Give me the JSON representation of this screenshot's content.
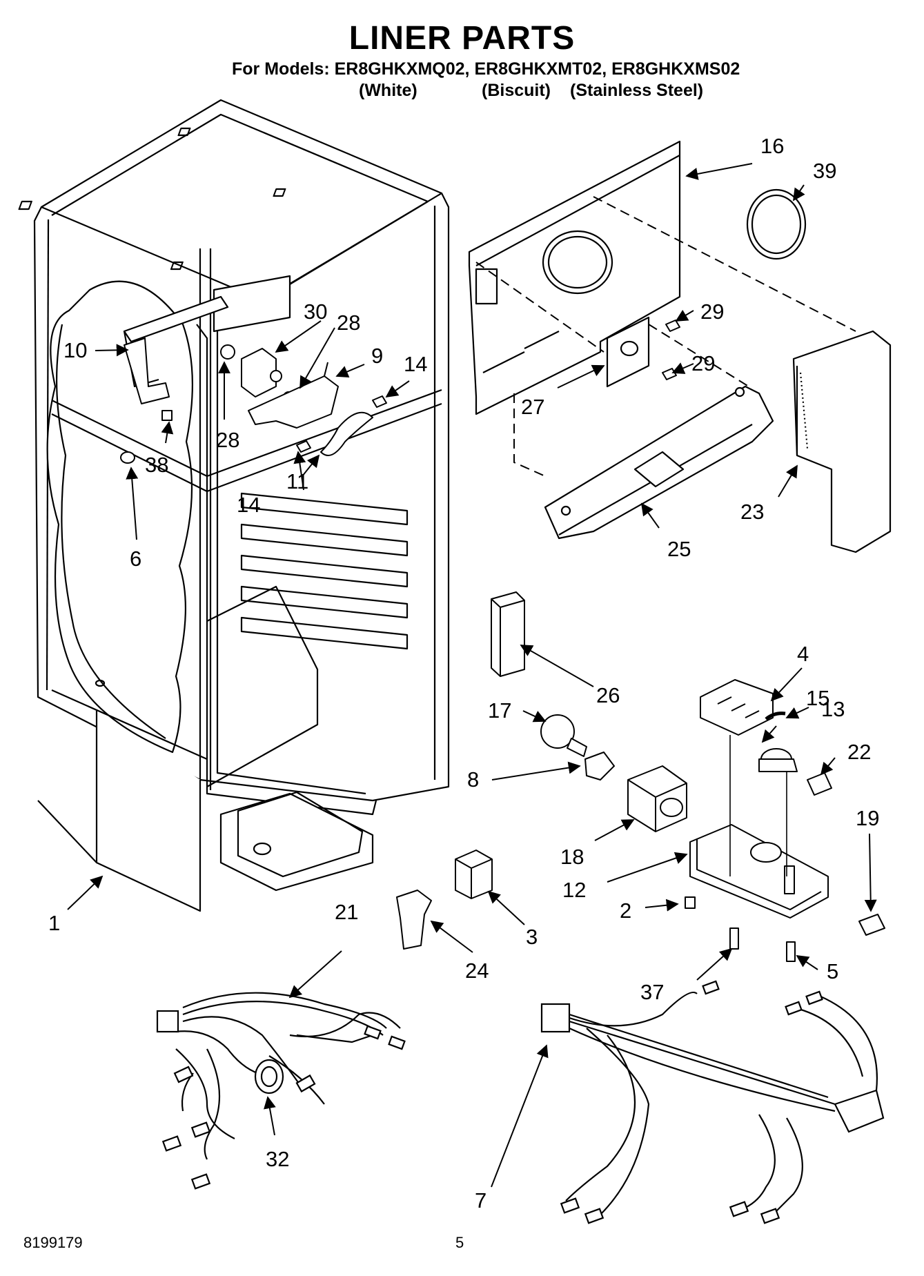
{
  "header": {
    "title": "LINER PARTS",
    "models_line": "For Models: ER8GHKXMQ02, ER8GHKXMT02, ER8GHKXMS02",
    "variants": [
      "(White)",
      "(Biscuit)",
      "(Stainless Steel)"
    ]
  },
  "callouts": [
    "1",
    "2",
    "3",
    "4",
    "5",
    "6",
    "7",
    "8",
    "9",
    "10",
    "11",
    "12",
    "13",
    "14",
    "14",
    "15",
    "16",
    "17",
    "18",
    "19",
    "21",
    "22",
    "23",
    "24",
    "25",
    "26",
    "27",
    "28",
    "28",
    "29",
    "29",
    "30",
    "32",
    "37",
    "38",
    "39"
  ],
  "footer": {
    "doc_number": "8199179",
    "page_number": "5"
  }
}
